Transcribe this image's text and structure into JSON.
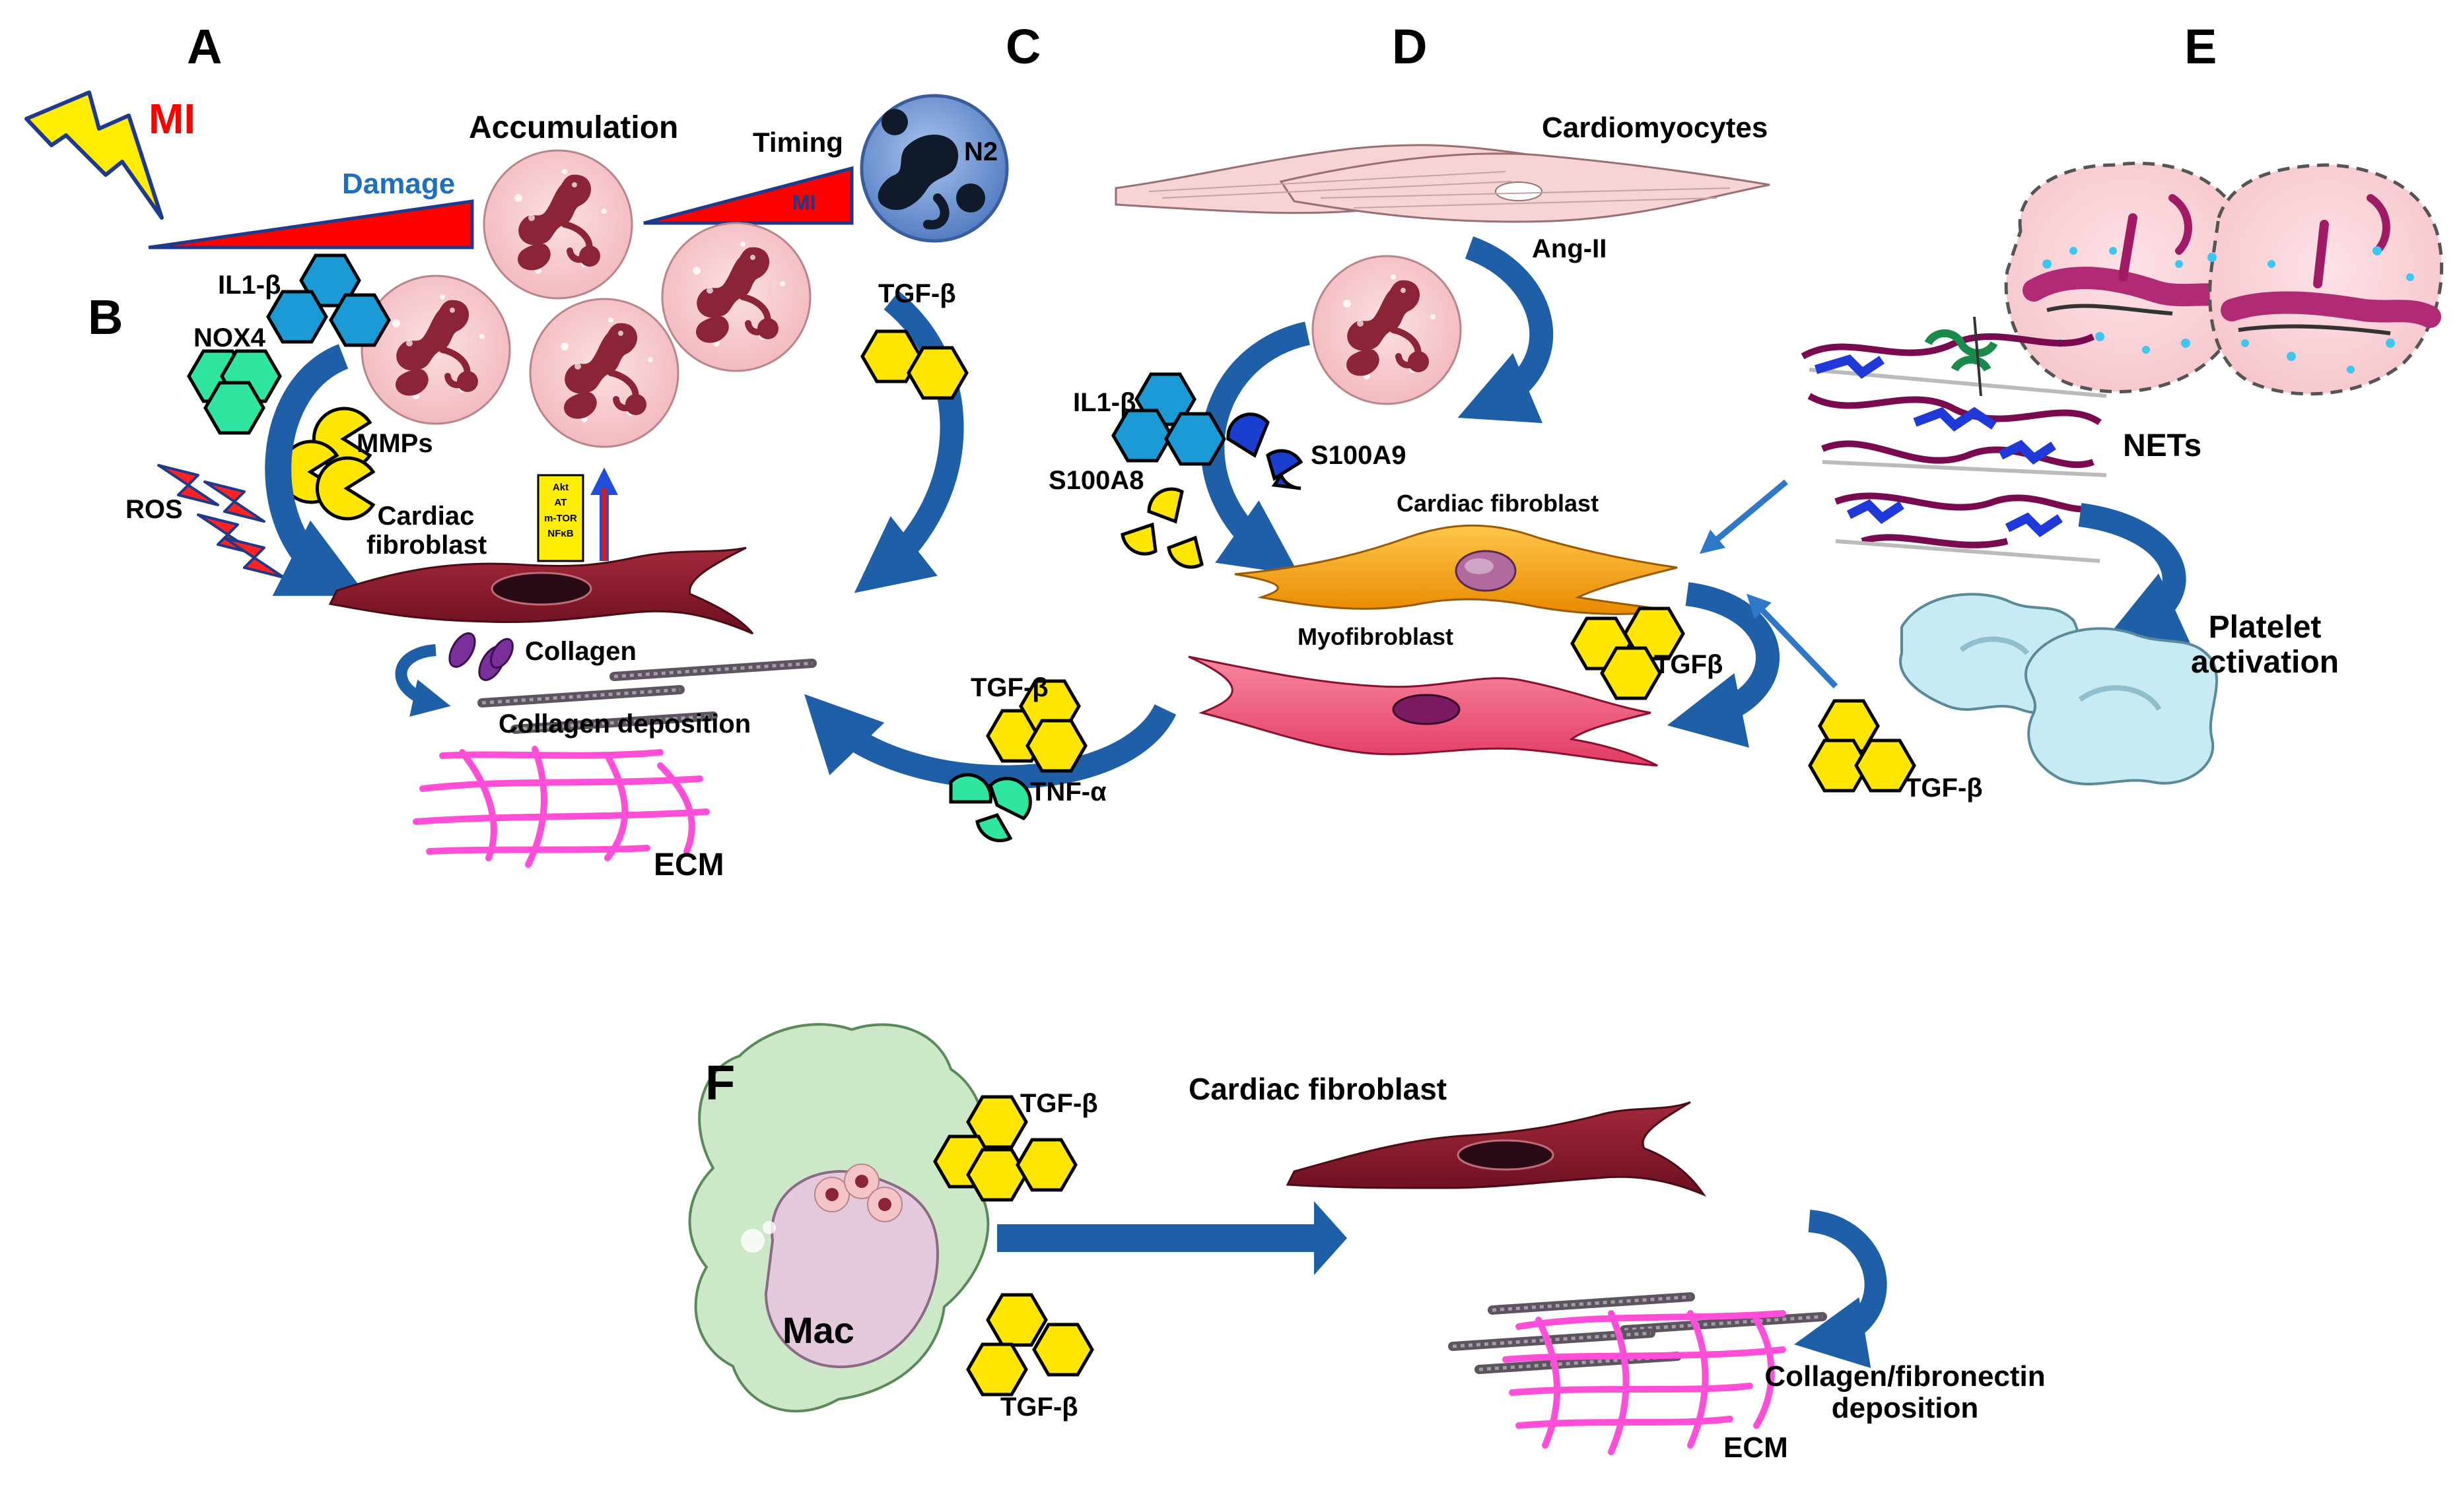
{
  "panels": {
    "a": "A",
    "b": "B",
    "c": "C",
    "d": "D",
    "e": "E",
    "f": "F"
  },
  "panel_ab": {
    "mi": "MI",
    "damage": "Damage",
    "accumulation": "Accumulation",
    "il1b": "IL1-β",
    "nox4": "NOX4",
    "mmps": "MMPs",
    "ros": "ROS",
    "cardiac_fibroblast": "Cardiac fibroblast",
    "cardiac_fibroblast_l1": "Cardiac",
    "cardiac_fibroblast_l2": "fibroblast",
    "signaling": [
      "Akt",
      "AT",
      "m-TOR",
      "NFκB"
    ],
    "collagen": "Collagen",
    "collagen_deposition": "Collagen deposition",
    "ecm": "ECM"
  },
  "panel_c": {
    "timing": "Timing",
    "mi": "MI",
    "n2": "N2",
    "tgfb": "TGF-β"
  },
  "panel_d": {
    "cardiomyocytes": "Cardiomyocytes",
    "ang2": "Ang-II",
    "il1b": "IL1-β",
    "s100a9": "S100A9",
    "s100a8": "S100A8",
    "cardiac_fibroblast": "Cardiac fibroblast",
    "myofibroblast": "Myofibroblast",
    "tgfb_short": "TGFβ",
    "tgfb": "TGF-β",
    "tnfa": "TNF-α"
  },
  "panel_e": {
    "nets": "NETs",
    "platelet_l1": "Platelet",
    "platelet_l2": "activation",
    "tgfb": "TGF-β"
  },
  "panel_f": {
    "mac": "Mac",
    "tgfb_top": "TGF-β",
    "tgfb_bottom": "TGF-β",
    "cardiac_fibroblast": "Cardiac fibroblast",
    "deposition_l1": "Collagen/fibronectin",
    "deposition_l2": "deposition",
    "ecm": "ECM"
  },
  "colors": {
    "arrow_blue": "#1f5fa8",
    "neutrophil_pink": "#f4c4c8",
    "nucleus": "#8c2437",
    "fibroblast": "#8b1a2b",
    "myofibroblast": "#ec4f73",
    "activated_fibroblast": "#f2a21b",
    "tgf_yellow": "#ffe600",
    "il1_blue": "#1b9ad6",
    "nox_green": "#2fe6a0",
    "ecm_magenta": "#ff4fd8",
    "damage_red": "#ff0000",
    "damage_label": "#1f6fc0",
    "mi_red": "#ff0000",
    "n2_blue": "#6f96d6",
    "platelet": "#c8eaf2",
    "mac_green": "#cde8c8"
  },
  "icons": {
    "lightning": "lightning-bolt-icon",
    "ros": "ros-bolt-icon",
    "tgf": "hexagon-icon",
    "il1": "hexagon-icon",
    "s100": "half-disc-icon",
    "mmp": "pacman-icon",
    "signaling": "upregulation-arrow-icon"
  }
}
